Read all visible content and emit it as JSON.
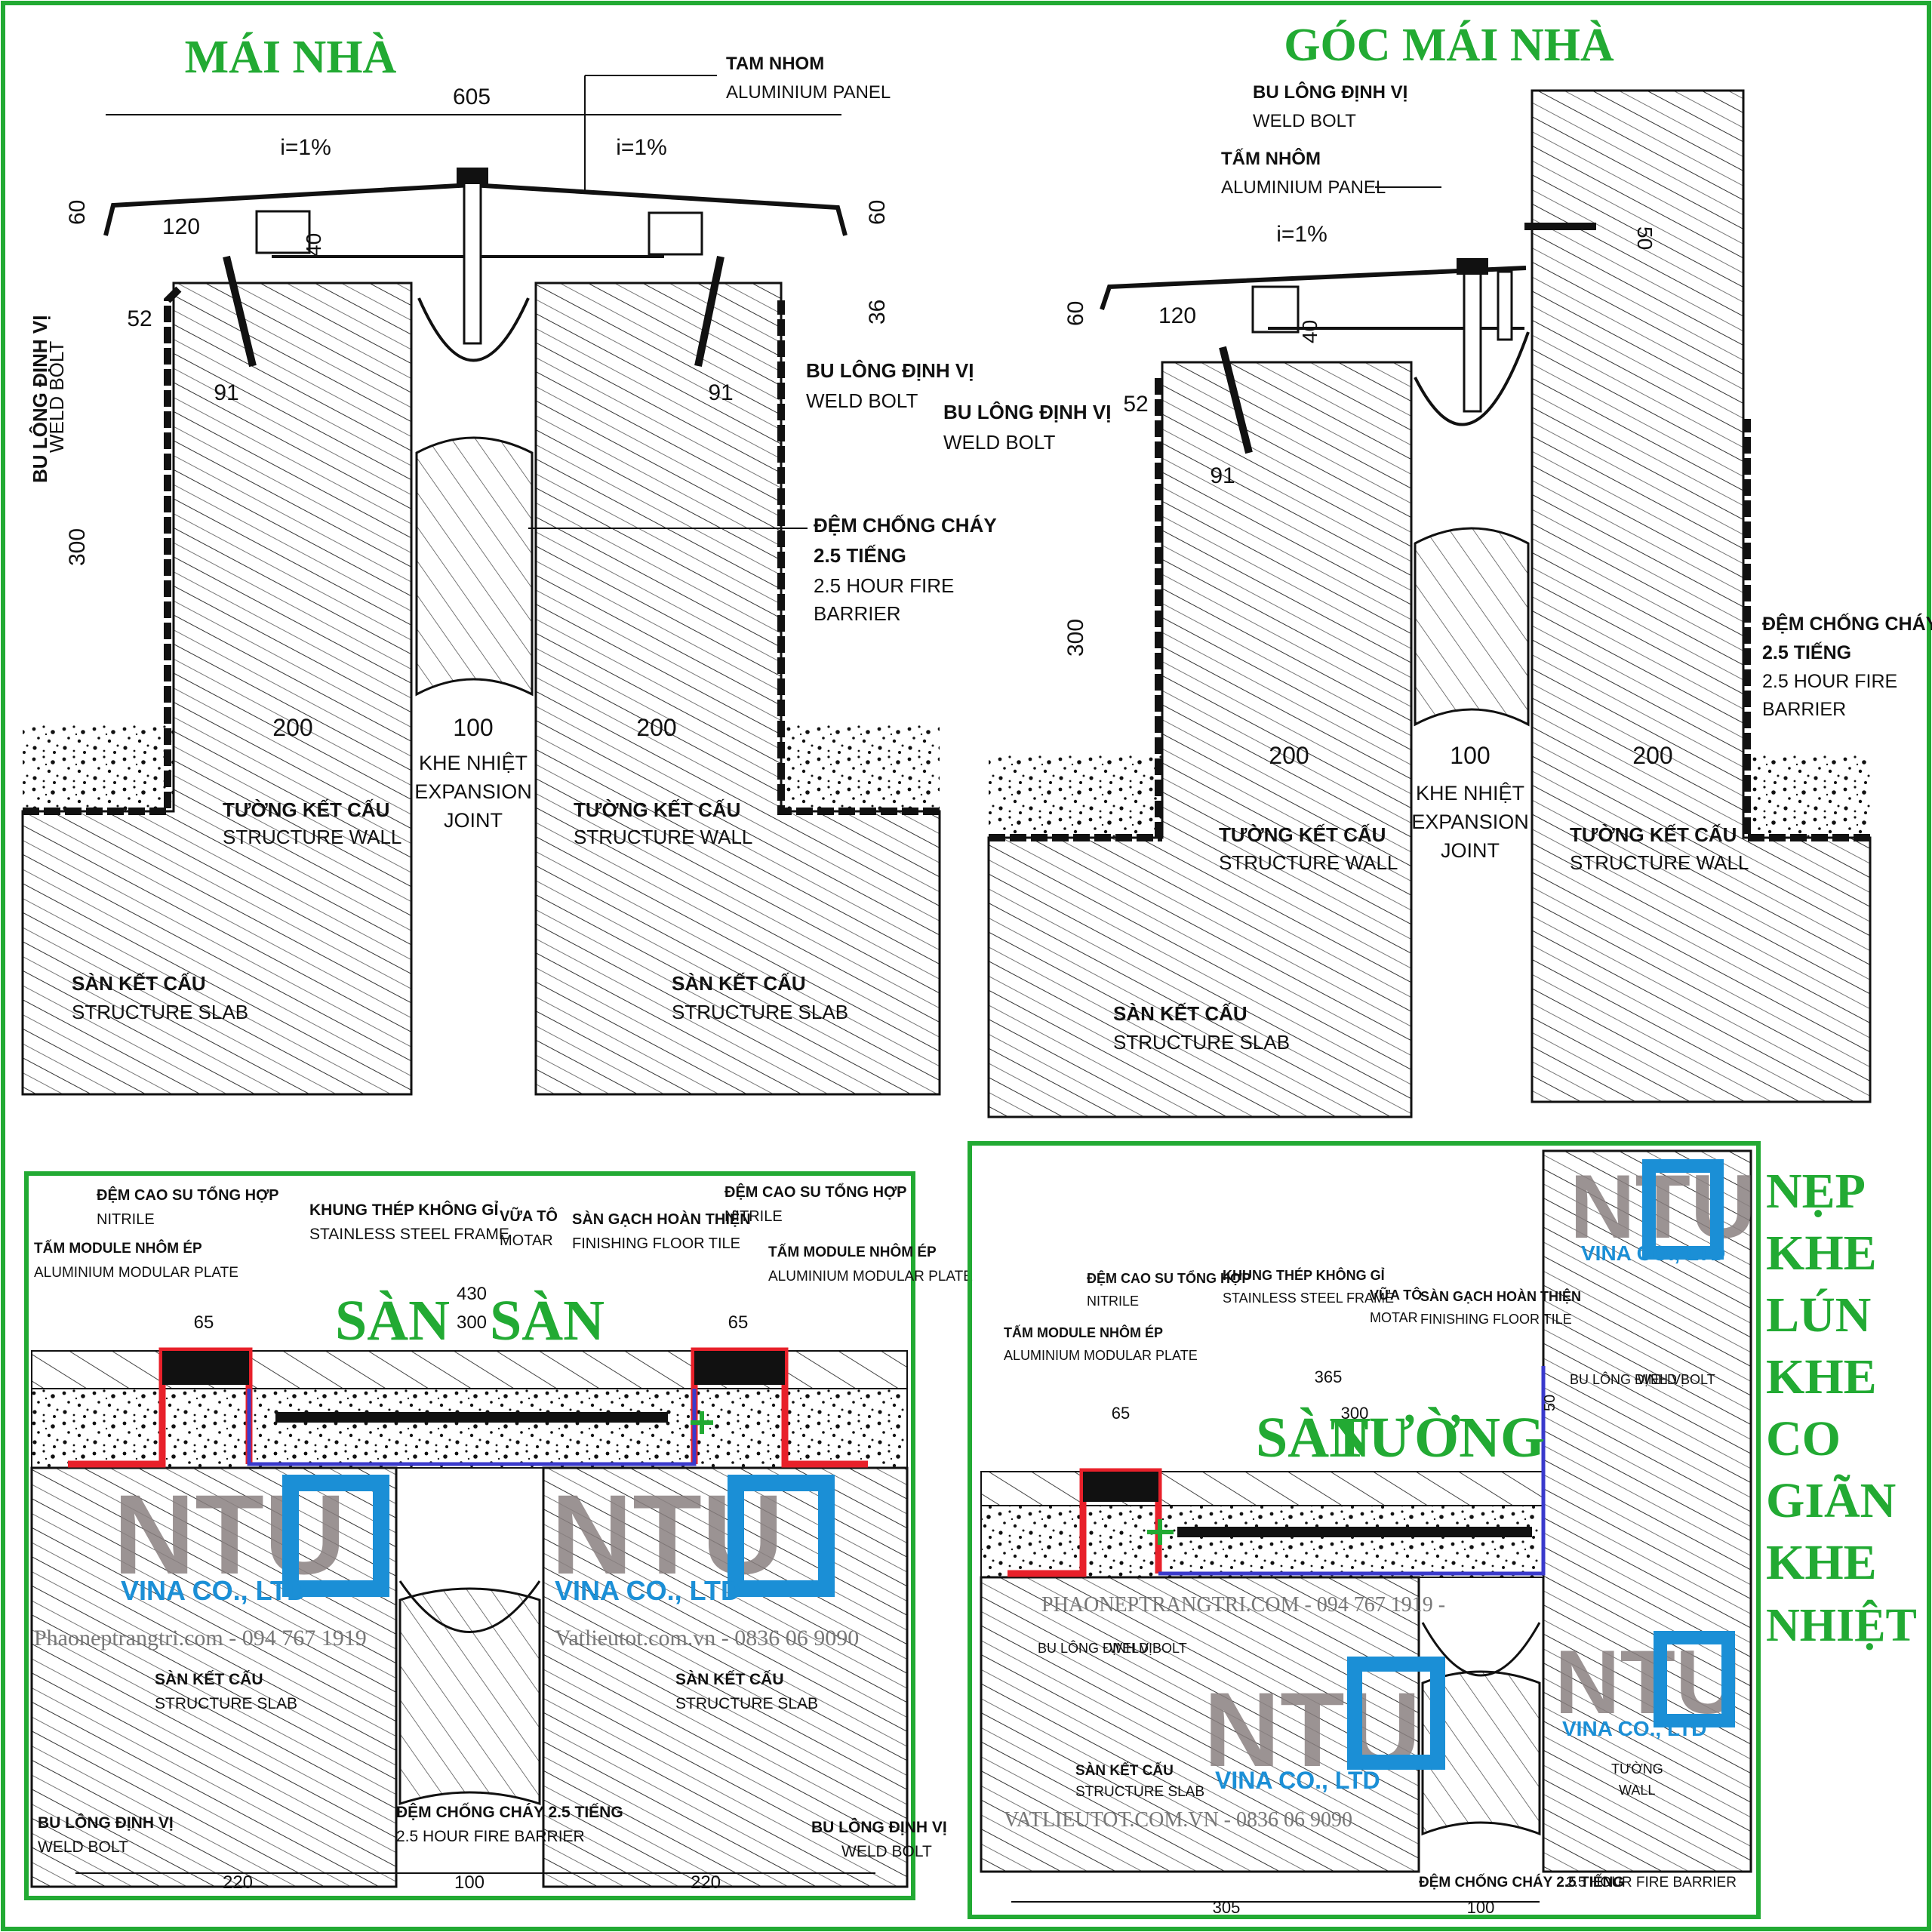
{
  "titles": {
    "roof": "MÁI NHÀ",
    "roof_corner": "GÓC MÁI NHÀ",
    "floor_left": "SÀN",
    "floor_right": "SÀN",
    "floor_wall_a": "SÀN",
    "floor_wall_b": "TƯỜNG"
  },
  "side_title": [
    "NẸP",
    "KHE",
    "LÚN",
    "KHE",
    "CO",
    "GIÃN",
    "KHE",
    "NHIỆT"
  ],
  "labels": {
    "aluminium_panel_vn": "TAM NHOM",
    "aluminium_panel_vn2": "TẤM NHÔM",
    "aluminium_panel_en": "ALUMINIUM PANEL",
    "weld_bolt_vn": "BU LÔNG ĐỊNH VỊ",
    "weld_bolt_en": "WELD BOLT",
    "fire_barrier_vn": "ĐỆM CHỐNG CHÁY",
    "fire_barrier_hours_vn": "2.5 TIẾNG",
    "fire_barrier_en1": "2.5 HOUR FIRE",
    "fire_barrier_en2": "BARRIER",
    "fire_barrier_full": "ĐỆM CHỐNG CHÁY 2.5 TIẾNG",
    "fire_barrier_full_en": "2.5 HOUR FIRE BARRIER",
    "expansion_vn": "KHE NHIỆT",
    "expansion_en1": "EXPANSION",
    "expansion_en2": "JOINT",
    "structure_wall_vn": "TƯỜNG KẾT CẤU",
    "structure_wall_en": "STRUCTURE WALL",
    "structure_slab_vn": "SÀN KẾT CẤU",
    "structure_slab_en": "STRUCTURE SLAB",
    "nitrile_vn": "ĐỆM CAO SU TỔNG HỢP",
    "nitrile_en": "NITRILE",
    "frame_vn": "KHUNG THÉP KHÔNG GỈ",
    "frame_en": "STAINLESS STEEL FRAME",
    "mortar_vn": "VỮA TÔ",
    "mortar_en": "MOTAR",
    "tile_vn": "SÀN GẠCH HOÀN THIỆN",
    "tile_en": "FINISHING FLOOR TILE",
    "plate_vn": "TẤM MODULE NHÔM ÉP",
    "plate_en": "ALUMINIUM MODULAR PLATE",
    "wall_vn": "TƯỜNG",
    "wall_en": "WALL",
    "slope": "i=1%"
  },
  "dims": {
    "d605": "605",
    "d60": "60",
    "d120": "120",
    "d40": "40",
    "d52": "52",
    "d91": "91",
    "d36": "36",
    "d300": "300",
    "d200": "200",
    "d100": "100",
    "d50": "50",
    "d430": "430",
    "d65": "65",
    "d220": "220",
    "d365": "365",
    "d305": "305"
  },
  "watermark": {
    "logo": "NTU",
    "company": "VINA CO., LTD",
    "site1": "Phaoneptrangtri.com - 094 767 1919",
    "site2": "Vatlieutot.com.vn - 0836 06 9090",
    "site1_caps": "PHAONEPTRANGTRI.COM - 094 767 1919 -",
    "site2_caps": "VATLIEUTOT.COM.VN - 0836 06 9090"
  },
  "colors": {
    "title_green": "#22aa33",
    "frame_green": "#22aa33",
    "frame_red": "#e8202a",
    "mortar_blue": "#3a3acc",
    "logo_blue": "#1b8fd6",
    "logo_gray": "#8a8080"
  }
}
